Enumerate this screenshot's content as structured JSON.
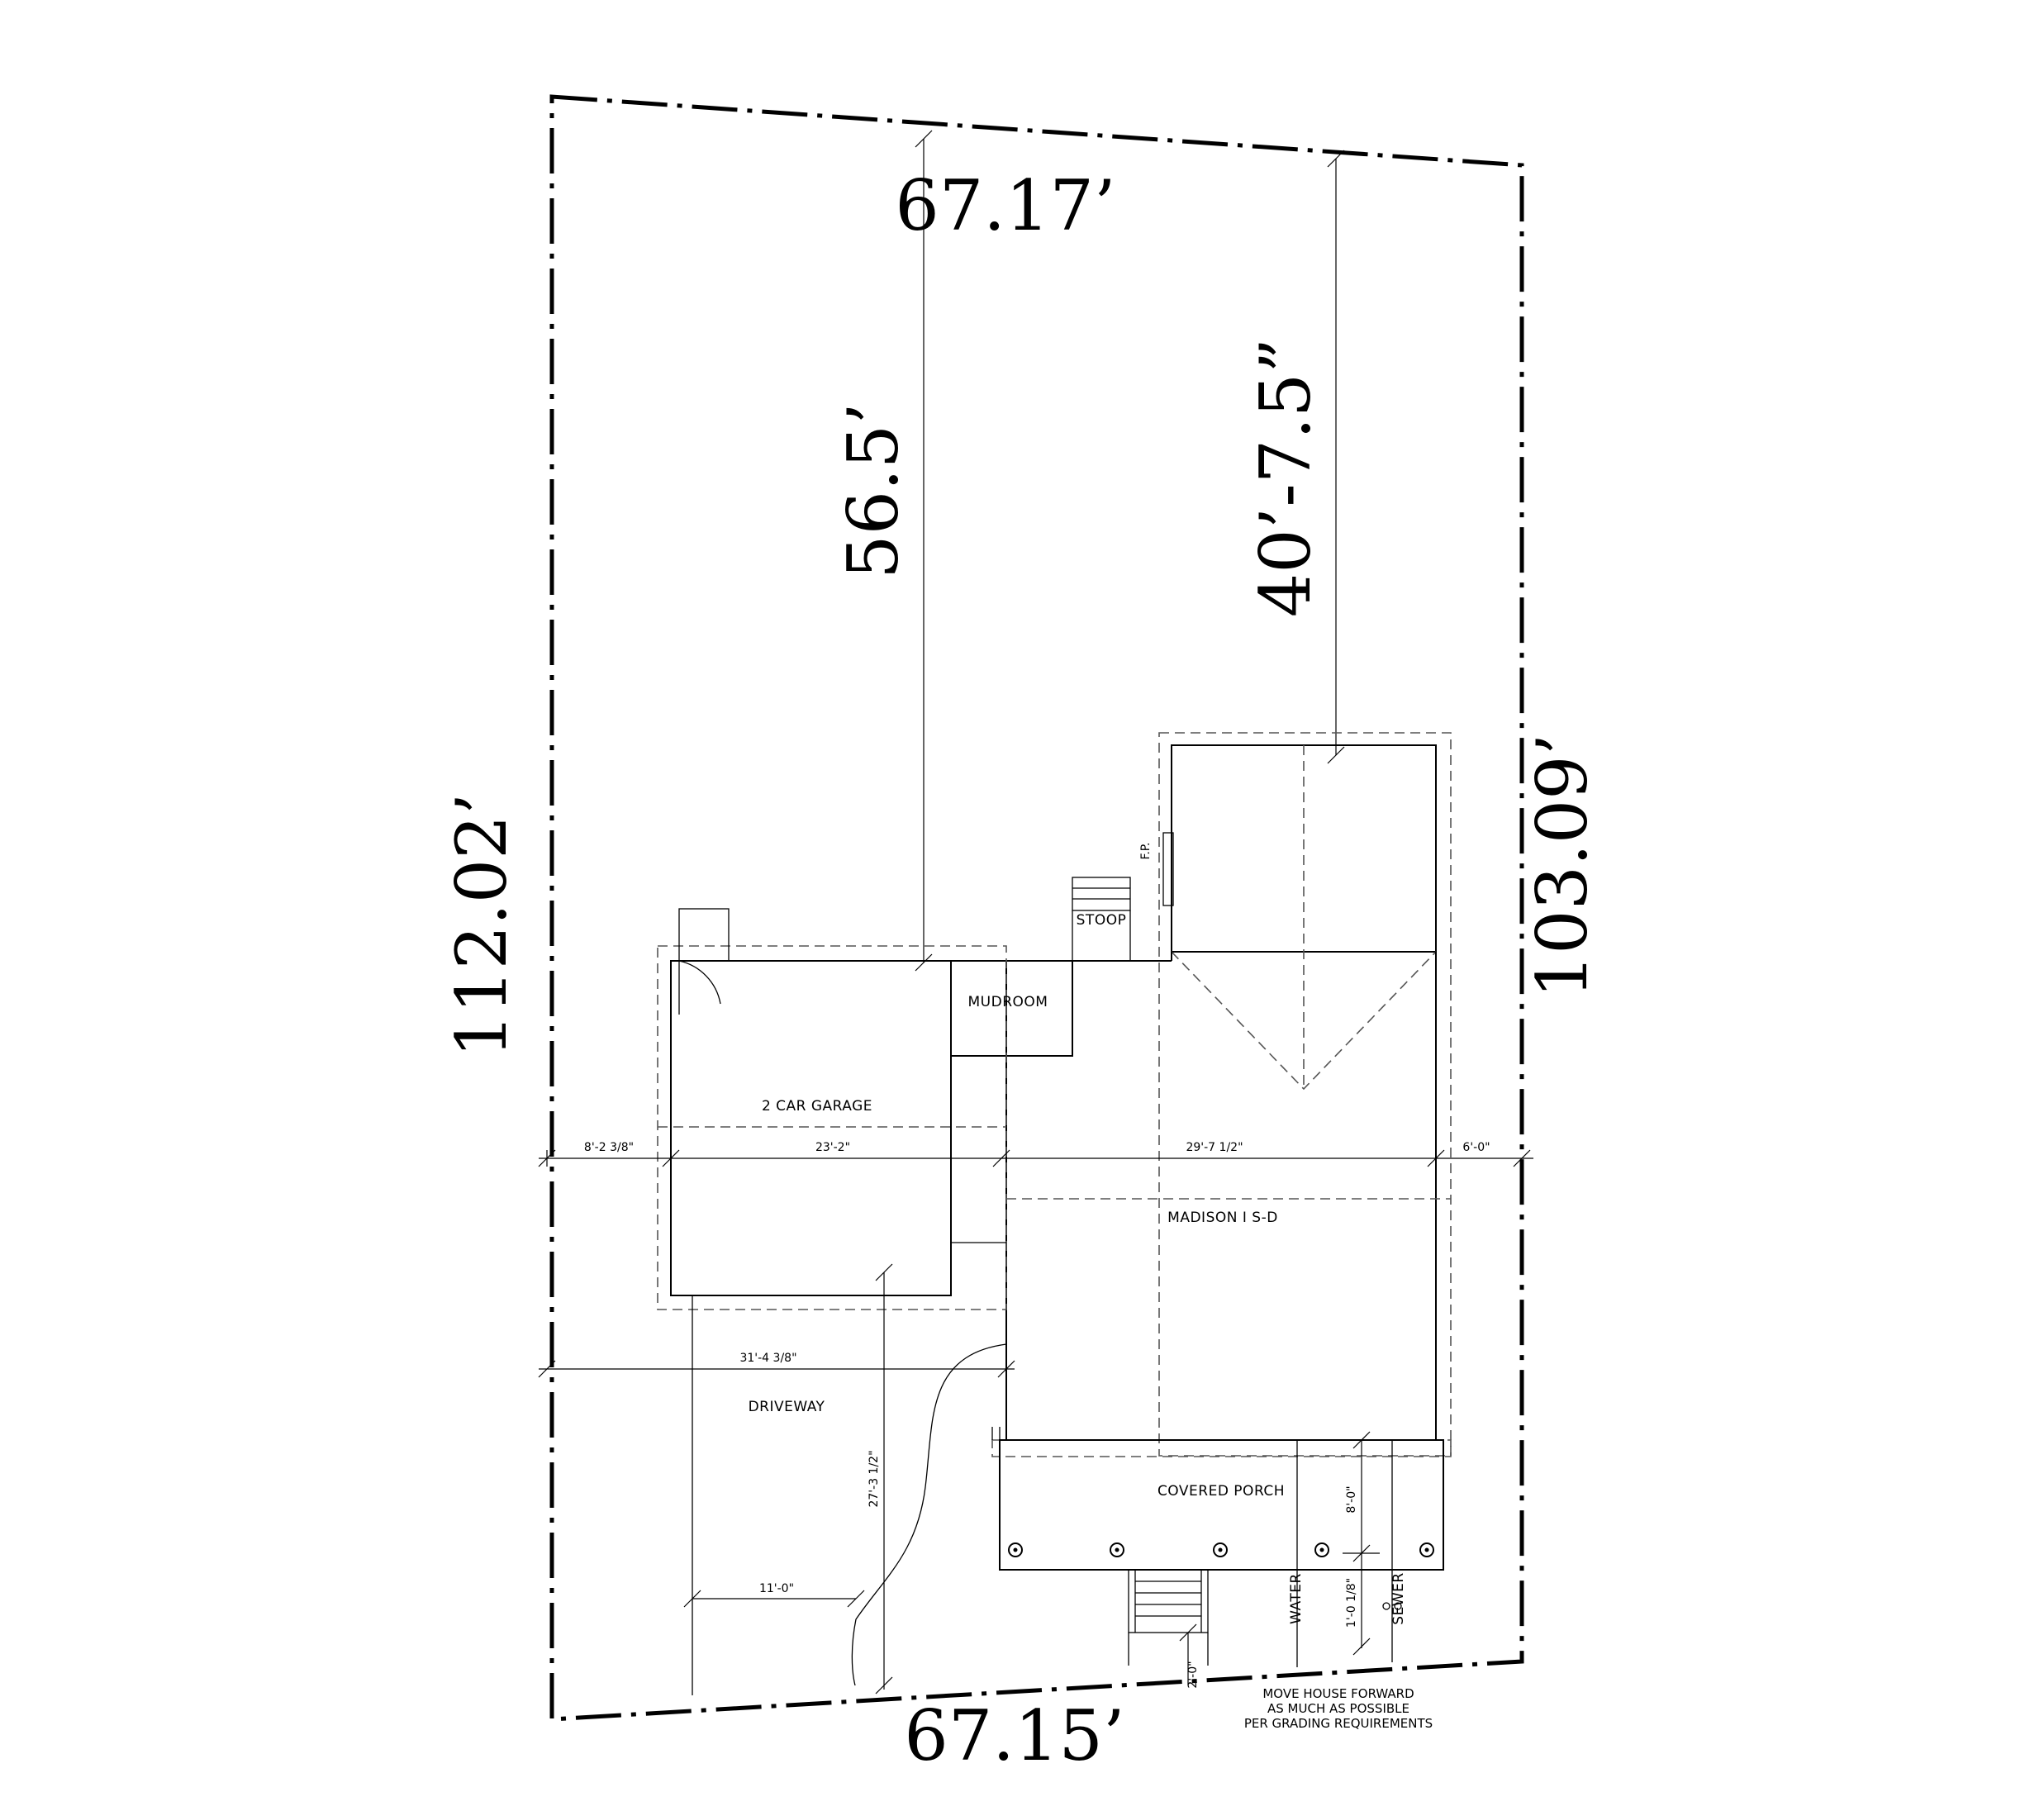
{
  "lot": {
    "top": "67.17’",
    "bottom": "67.15’",
    "left": "112.02’",
    "right": "103.09’"
  },
  "setbacks": {
    "rear_left": "56.5’",
    "rear_right": "40’-7.5”"
  },
  "rooms": {
    "garage": "2 CAR GARAGE",
    "mudroom": "MUDROOM",
    "stoop": "STOOP",
    "fireplace": "F.P.",
    "house": "MADISON I S-D",
    "porch": "COVERED PORCH",
    "driveway": "DRIVEWAY"
  },
  "dims": {
    "left_side": "8'-2 3/8\"",
    "garage_width": "23'-2\"",
    "house_width": "29'-7 1/2\"",
    "right_side": "6'-0\"",
    "front_span": "31'-4 3/8\"",
    "drive_depth": "27'-3 1/2\"",
    "drive_width": "11'-0\"",
    "porch_depth": "8'-0\"",
    "util_offset": "1'-0 1/8\"",
    "step_offset": "2'-0\""
  },
  "utilities": {
    "water": "WATER",
    "sewer": "SEWER"
  },
  "note": {
    "line1": "MOVE HOUSE FORWARD",
    "line2": "AS MUCH AS POSSIBLE",
    "line3": "PER GRADING REQUIREMENTS"
  }
}
